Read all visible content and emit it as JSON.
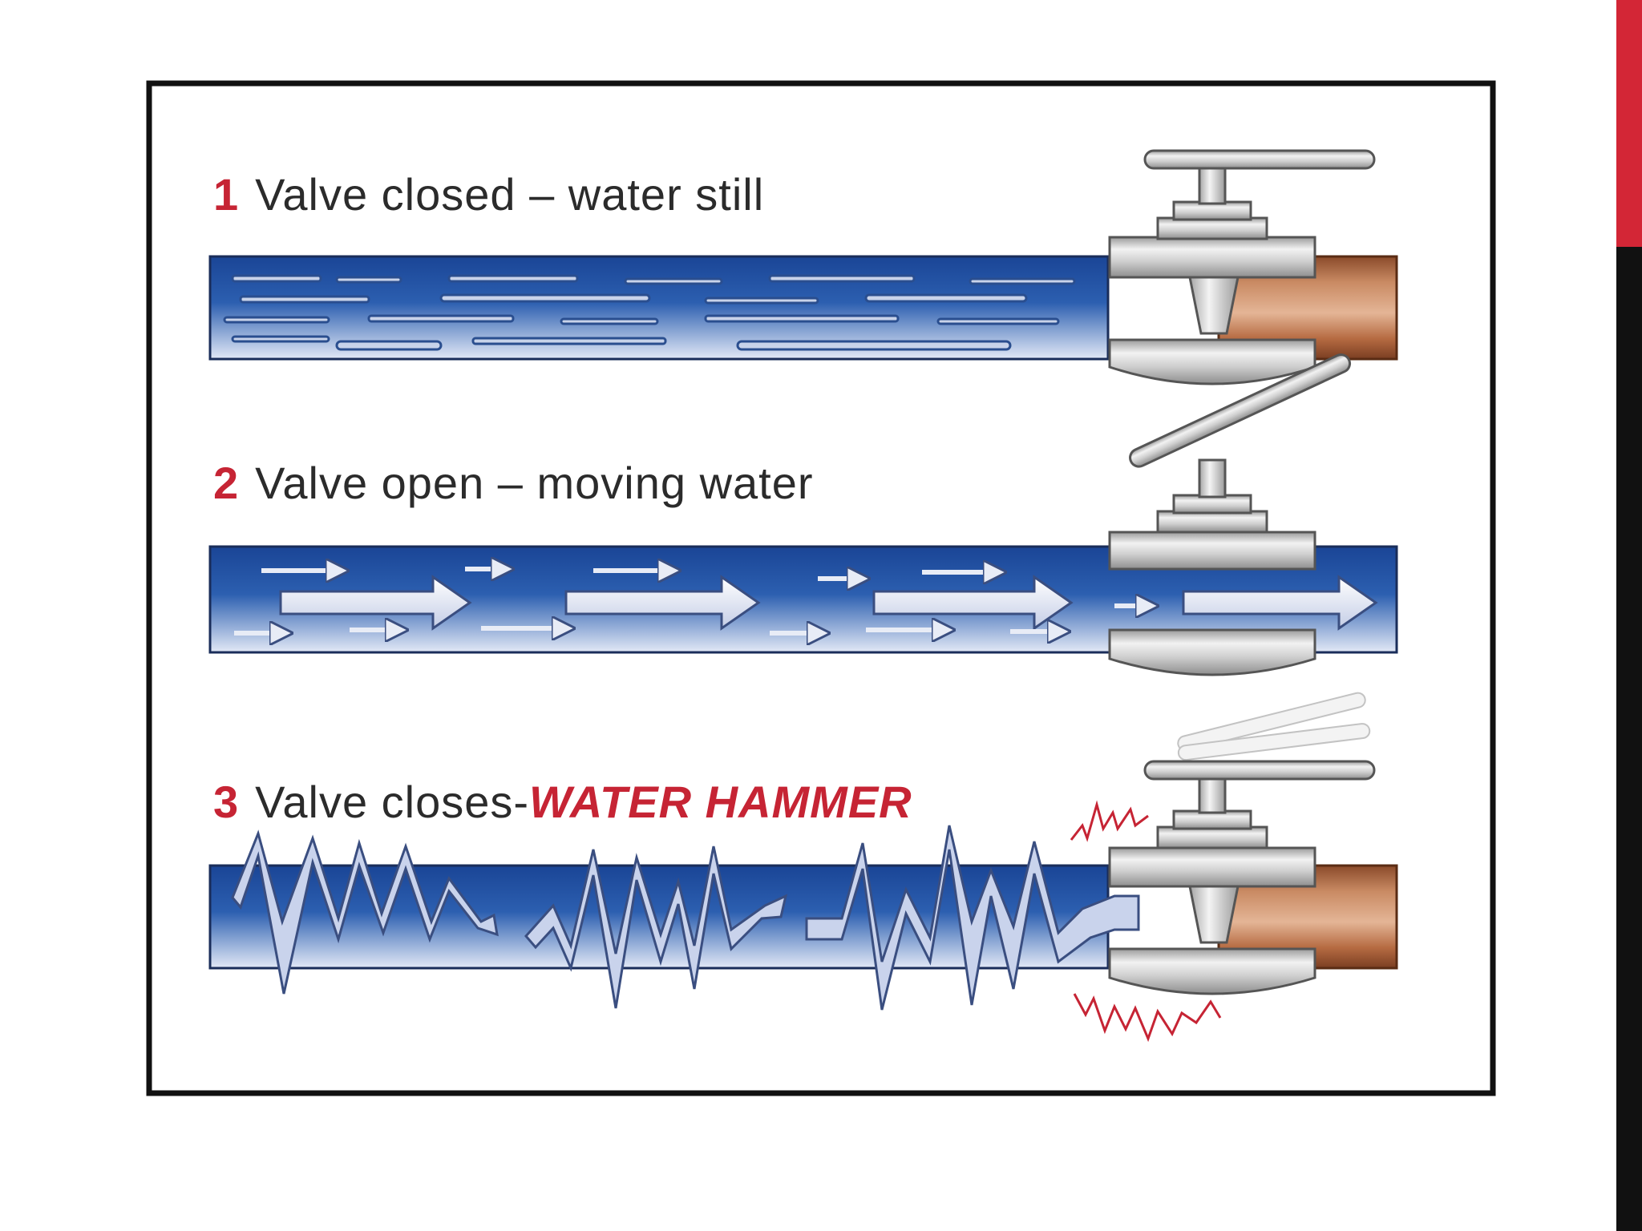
{
  "steps": [
    {
      "number": "1",
      "caption": "Valve closed – water still",
      "state": "closed",
      "flow": "still"
    },
    {
      "number": "2",
      "caption": "Valve open – moving water",
      "state": "open",
      "flow": "moving"
    },
    {
      "number": "3",
      "caption": "Valve closes",
      "separator": "-",
      "emphasis": "WATER HAMMER",
      "state": "closing",
      "flow": "hammer"
    }
  ],
  "colors": {
    "water_dark": "#1f4fa0",
    "water_light": "#dde6f5",
    "pipe_copper": "#b86f45",
    "valve_steel": "#c9c9c9",
    "accent_red": "#c62434",
    "frame": "#111111"
  },
  "icons": [
    "valve-handle-icon",
    "gate-valve-icon",
    "flow-arrow-icon",
    "shock-wave-icon",
    "vibration-mark-icon"
  ]
}
